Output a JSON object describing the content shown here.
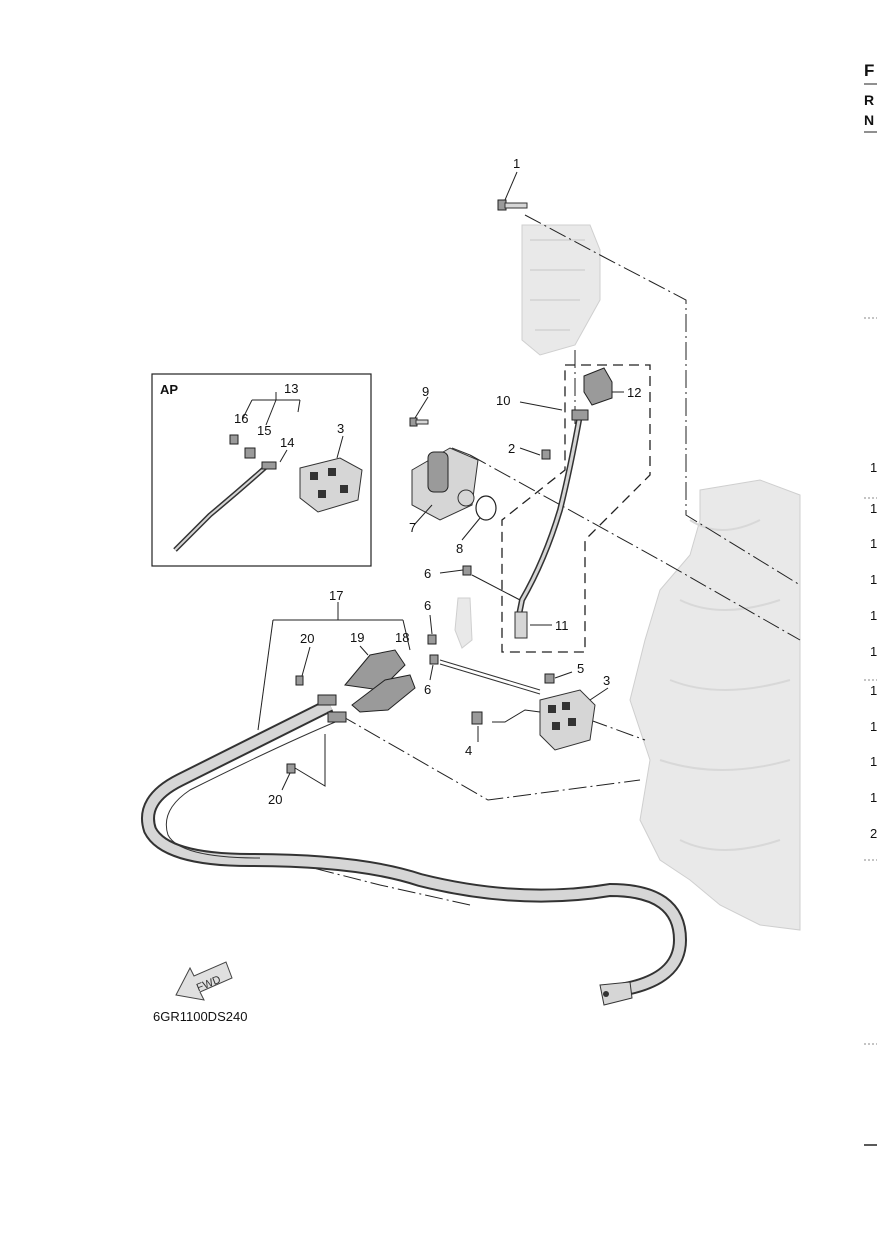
{
  "diagram": {
    "inset_label": "AP",
    "figure_code": "6GR1100DS240",
    "direction_label": "FWD",
    "callouts": [
      "1",
      "2",
      "3",
      "4",
      "5",
      "6",
      "7",
      "8",
      "9",
      "10",
      "11",
      "12",
      "13",
      "14",
      "15",
      "16",
      "17",
      "18",
      "19",
      "20"
    ],
    "right_edge_fragments": {
      "heading": "F",
      "subheading_1": "R",
      "subheading_2": "N",
      "row_numbers": [
        "1",
        "1",
        "1",
        "1",
        "1",
        "1",
        "1",
        "1",
        "1",
        "1",
        "2"
      ]
    },
    "colors": {
      "line": "#222222",
      "part_fill": "#d6d6d6",
      "part_dark": "#9a9a9a",
      "ghost_engine": "#e9e9e9"
    }
  }
}
